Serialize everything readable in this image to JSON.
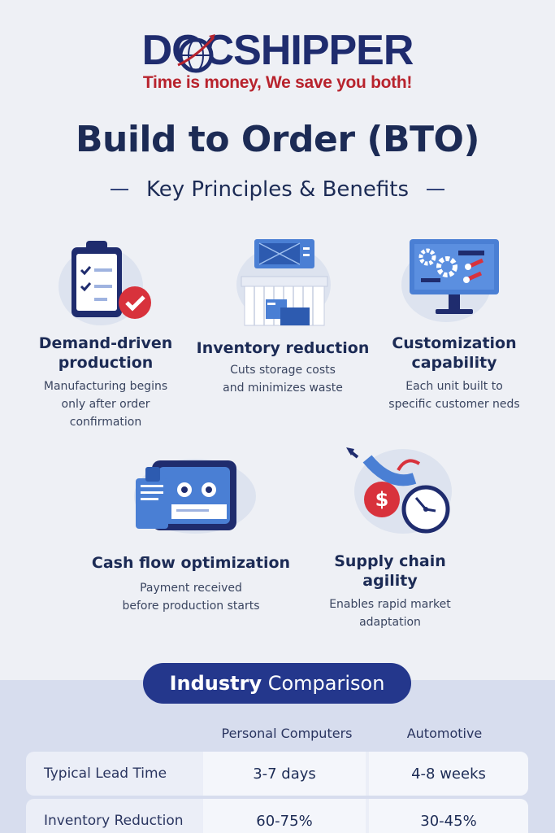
{
  "brand": {
    "logo_text": "DOCSHIPPER",
    "tagline": "Time is money, We save you both!"
  },
  "title": "Build to Order (BTO)",
  "subtitle": "Key Principles & Benefits",
  "principles": [
    {
      "heading": "Demand-driven production",
      "heading_l1": "Demand-driven",
      "heading_l2": "production",
      "desc_l1": "Manufacturing begins",
      "desc_l2": "only after order",
      "desc_l3": "confirmation",
      "icon": "clipboard-check-icon"
    },
    {
      "heading": "Inventory reduction",
      "desc_l1": "Cuts storage costs",
      "desc_l2": "and minimizes waste",
      "icon": "warehouse-icon"
    },
    {
      "heading_l1": "Customization",
      "heading_l2": "capability",
      "desc_l1": "Each unit built to",
      "desc_l2": "specific customer neds",
      "icon": "monitor-gears-icon"
    },
    {
      "heading": "Cash flow optimization",
      "desc_l1": "Payment received",
      "desc_l2": "before production starts",
      "icon": "card-payment-icon"
    },
    {
      "heading_l1": "Supply chain",
      "heading_l2": "agility",
      "desc_l1": "Enables rapid market",
      "desc_l2": "adaptation",
      "icon": "clock-dollar-icon"
    }
  ],
  "comparison": {
    "pill_bold": "Industry",
    "pill_rest": " Comparison",
    "columns": [
      "Personal Computers",
      "Automotive"
    ],
    "rows": [
      {
        "label": "Typical Lead Time",
        "pc": "3-7 days",
        "auto": "4-8 weeks"
      },
      {
        "label": "Inventory Reduction",
        "pc": "60-75%",
        "auto": "30-45%"
      }
    ]
  },
  "colors": {
    "navy": "#1c2b55",
    "brand_blue": "#1f2c6e",
    "brand_red": "#b8232d",
    "pill": "#24378c",
    "icon_blue": "#4a7fd4",
    "icon_red": "#d8323c"
  }
}
